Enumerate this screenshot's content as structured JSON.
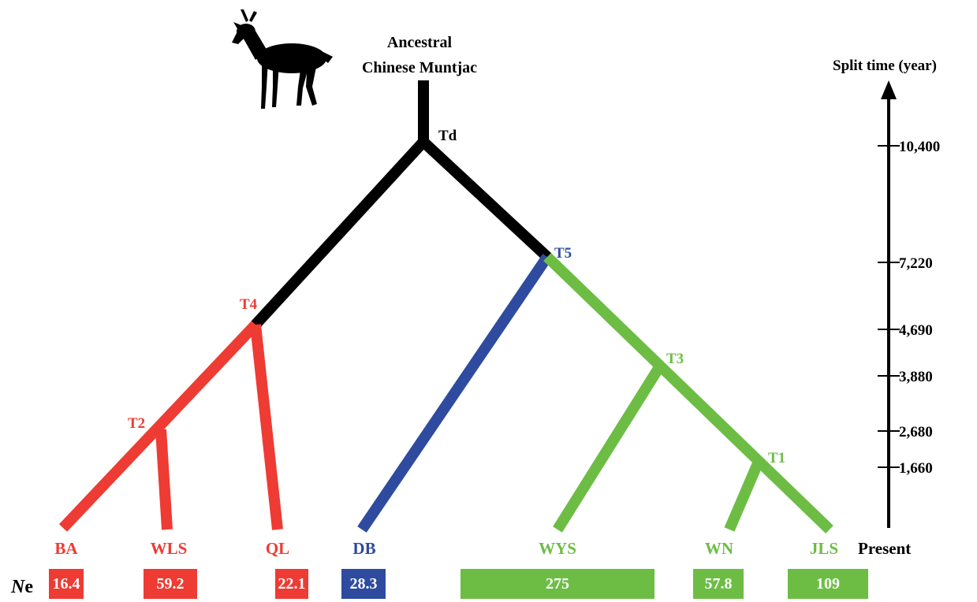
{
  "root": {
    "line1": "Ancestral",
    "line2": "Chinese Muntjac"
  },
  "nodes": {
    "td": "Td",
    "t5": "T5",
    "t4": "T4",
    "t3": "T3",
    "t2": "T2",
    "t1": "T1"
  },
  "leaves": [
    "BA",
    "WLS",
    "QL",
    "DB",
    "WYS",
    "WN",
    "JLS"
  ],
  "present_label": "Present",
  "axis": {
    "title": "Split time (year)",
    "ticks": [
      "10,400",
      "7,220",
      "4,690",
      "3,880",
      "2,680",
      "1,660"
    ]
  },
  "ne": {
    "prefix": "N",
    "suffix": "e",
    "values": [
      "16.4",
      "59.2",
      "22.1",
      "28.3",
      "275",
      "57.8",
      "109"
    ]
  },
  "colors": {
    "red": "#ee3b33",
    "blue": "#2e4b9f",
    "green": "#6dbd45",
    "black": "#000000"
  },
  "icons": {
    "animal": "muntjac-silhouette-icon"
  }
}
